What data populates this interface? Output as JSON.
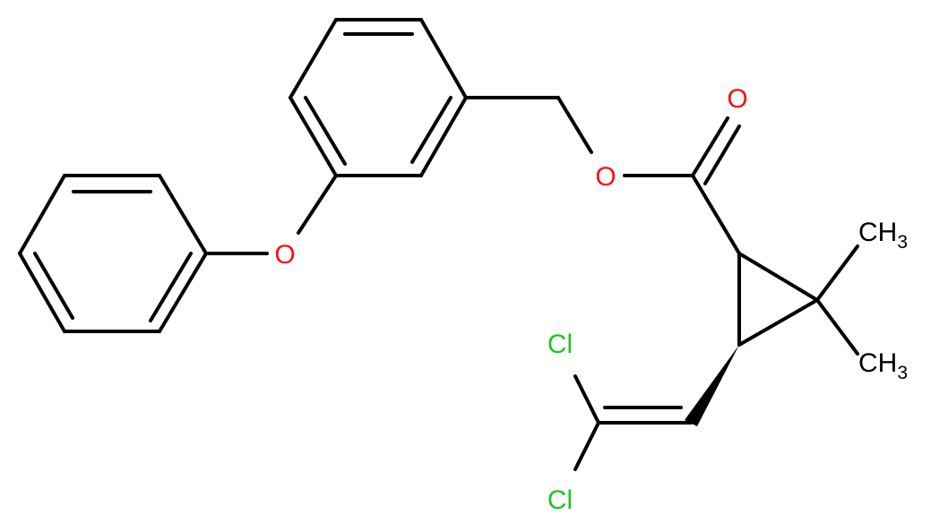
{
  "molecule": {
    "colors": {
      "bond": "#000000",
      "oxygen": "#ff0d0d",
      "chlorine": "#1fc31f",
      "carbon": "#000000"
    },
    "labels": {
      "ether_oxygen": "O",
      "ester_oxygen": "O",
      "carbonyl_oxygen": "O",
      "methyl_1": "CH",
      "methyl_1_sub": "3",
      "methyl_2": "CH",
      "methyl_2_sub": "3",
      "chlorine_1": "Cl",
      "chlorine_2": "Cl"
    }
  }
}
